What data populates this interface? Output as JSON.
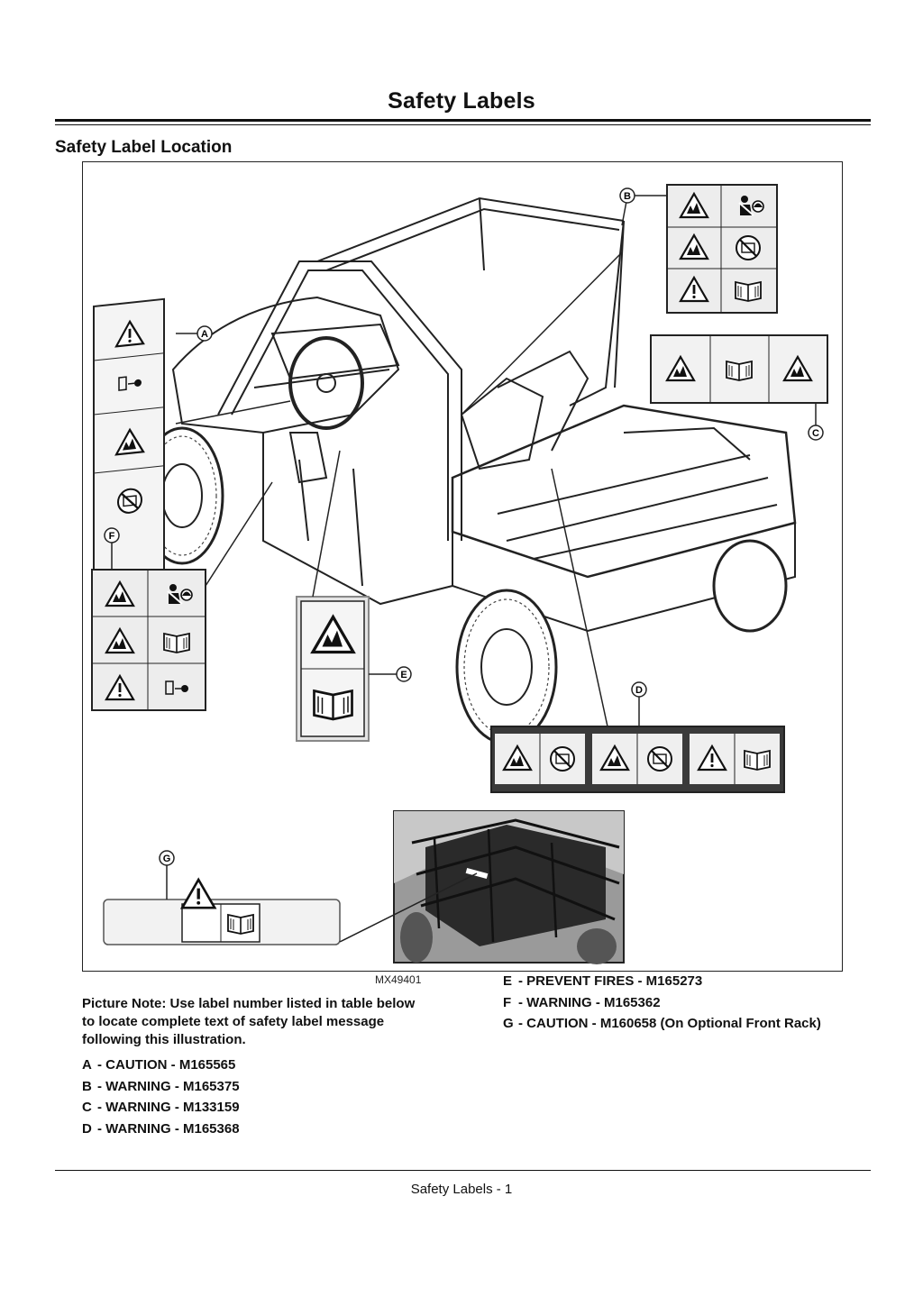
{
  "page": {
    "title": "Safety Labels",
    "section_title": "Safety Label Location",
    "figure_code": "MX49401",
    "picture_note": "Picture Note: Use label number listed in table below to locate complete text of safety label message following this illustration.",
    "footer": "Safety Labels - 1"
  },
  "callouts": {
    "a": "A",
    "b": "B",
    "c": "C",
    "d": "D",
    "e": "E",
    "f": "F",
    "g": "G"
  },
  "legend_left": [
    {
      "key": "A",
      "text": "- CAUTION - M165565"
    },
    {
      "key": "B",
      "text": "- WARNING - M165375"
    },
    {
      "key": "C",
      "text": "- WARNING - M133159"
    },
    {
      "key": "D",
      "text": "- WARNING - M165368"
    }
  ],
  "legend_right": [
    {
      "key": "E",
      "text": "- PREVENT FIRES - M165273"
    },
    {
      "key": "F",
      "text": "- WARNING - M165362"
    },
    {
      "key": "G",
      "text": "- CAUTION - M160658 (On Optional Front Rack)"
    }
  ],
  "icons": [
    "warning-triangle-icon",
    "seatbelt-icon",
    "helmet-icon",
    "operator-manual-icon",
    "fire-hazard-icon",
    "hot-surface-icon",
    "rollover-hazard-icon",
    "no-passenger-icon",
    "key-icon"
  ]
}
